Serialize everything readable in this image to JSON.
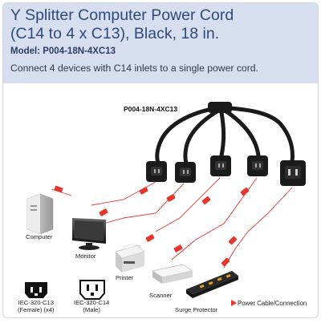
{
  "header": {
    "title_line1": "Y Splitter Computer Power Cord",
    "title_line2": "(C14 to 4 x C13), Black, 18 in.",
    "model": "Model: P004-18N-4XC13",
    "description": "Connect 4 devices with C14 inlets to a single power cord."
  },
  "callout": "P004-18N-4XC13",
  "devices": {
    "computer": "Computer",
    "monitor": "Monitor",
    "printer": "Printer",
    "scanner": "Scanner",
    "surge_protector": "Surge Protector"
  },
  "connectors": {
    "c13_line1": "IEC-320-C13",
    "c13_line2": "(Female) (x4)",
    "c14_line1": "IEC-320-C14",
    "c14_line2": "(Male)"
  },
  "legend": "Power Cable/Connection",
  "colors": {
    "header_bg": "#d6deef",
    "title": "#2f4a7a",
    "cable": "#e8342d",
    "cord": "#1a1a1a"
  }
}
